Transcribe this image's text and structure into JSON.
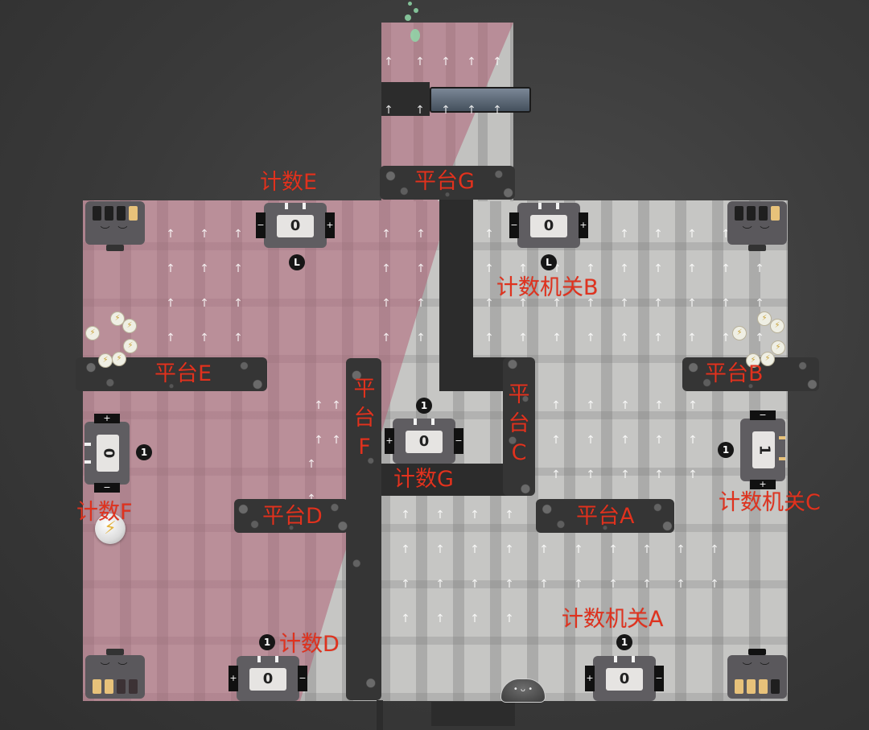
{
  "labels": {
    "counter_e": "计数E",
    "counter_switch_b": "计数机关B",
    "platform_g": "平台G",
    "platform_e": "平台E",
    "platform_b": "平台B",
    "platform_f": "平台F",
    "platform_c": "平台C",
    "counter_g": "计数G",
    "counter_f": "计数F",
    "counter_switch_c": "计数机关C",
    "platform_d": "平台D",
    "platform_a": "平台A",
    "counter_switch_a": "计数机关A",
    "counter_d": "计数D"
  },
  "counters": {
    "e": {
      "value": "0",
      "badge": "L"
    },
    "b": {
      "value": "0",
      "badge": "L"
    },
    "g": {
      "value": "0",
      "badge": "1"
    },
    "f": {
      "value": "0",
      "badge": "1"
    },
    "c": {
      "value": "1",
      "badge": "1"
    },
    "d": {
      "value": "0",
      "badge": "1"
    },
    "a": {
      "value": "0",
      "badge": "1"
    }
  },
  "signs": {
    "plus": "+",
    "minus": "−"
  },
  "icons": {
    "arrow": "↑",
    "coin": "⚡",
    "face_eyes": "︶ ︶"
  },
  "colors": {
    "label": "#e0321e",
    "pink_zone": "#b06276",
    "bar_on": "#e8c27a",
    "bar_off": "#1f1f1f"
  }
}
